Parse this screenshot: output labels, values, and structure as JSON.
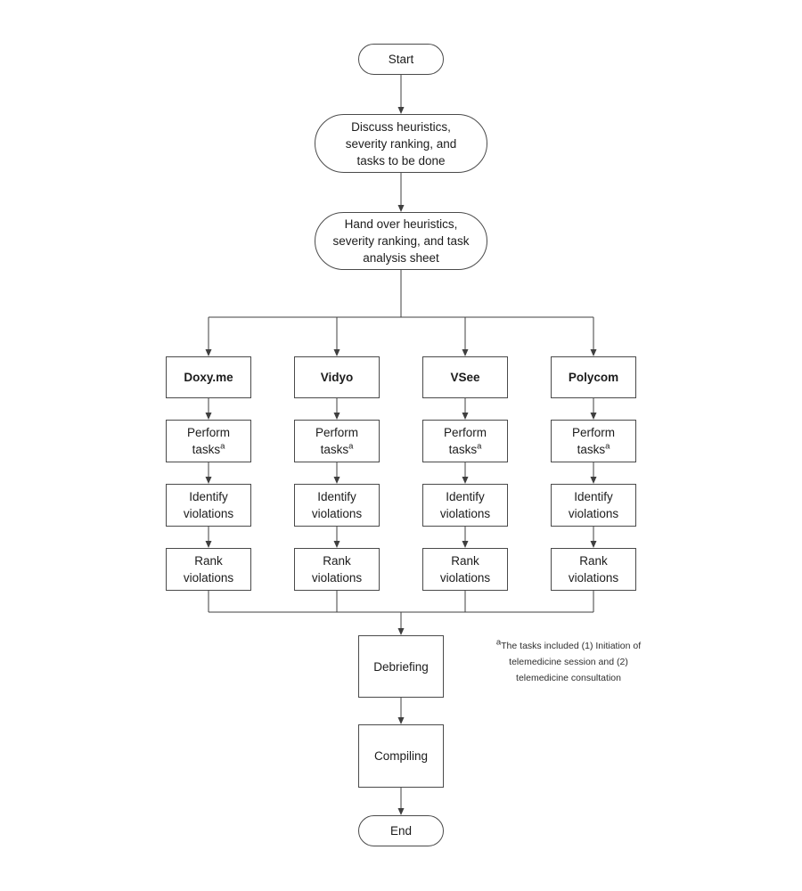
{
  "diagram": {
    "colors": {
      "line": "#3f3f3f",
      "text": "#1c1c1c",
      "background": "#ffffff"
    },
    "start": {
      "label": "Start"
    },
    "discuss": {
      "label": "Discuss heuristics,\nseverity ranking, and\ntasks to be done"
    },
    "handover": {
      "label": "Hand over heuristics,\nseverity ranking, and task\nanalysis sheet"
    },
    "columns": [
      {
        "header": "Doxy.me",
        "steps": [
          {
            "label": "Perform\ntasks",
            "sup": "a"
          },
          {
            "label": "Identify\nviolations"
          },
          {
            "label": "Rank\nviolations"
          }
        ]
      },
      {
        "header": "Vidyo",
        "steps": [
          {
            "label": "Perform\ntasks",
            "sup": "a"
          },
          {
            "label": "Identify\nviolations"
          },
          {
            "label": "Rank\nviolations"
          }
        ]
      },
      {
        "header": "VSee",
        "steps": [
          {
            "label": "Perform\ntasks",
            "sup": "a"
          },
          {
            "label": "Identify\nviolations"
          },
          {
            "label": "Rank\nviolations"
          }
        ]
      },
      {
        "header": "Polycom",
        "steps": [
          {
            "label": "Perform\ntasks",
            "sup": "a"
          },
          {
            "label": "Identify\nviolations"
          },
          {
            "label": "Rank\nviolations"
          }
        ]
      }
    ],
    "debriefing": {
      "label": "Debriefing"
    },
    "compiling": {
      "label": "Compiling"
    },
    "end": {
      "label": "End"
    },
    "footnote": {
      "marker": "a",
      "text": "The tasks included (1) Initiation of\ntelemedicine session and (2)\ntelemedicine consultation"
    }
  }
}
